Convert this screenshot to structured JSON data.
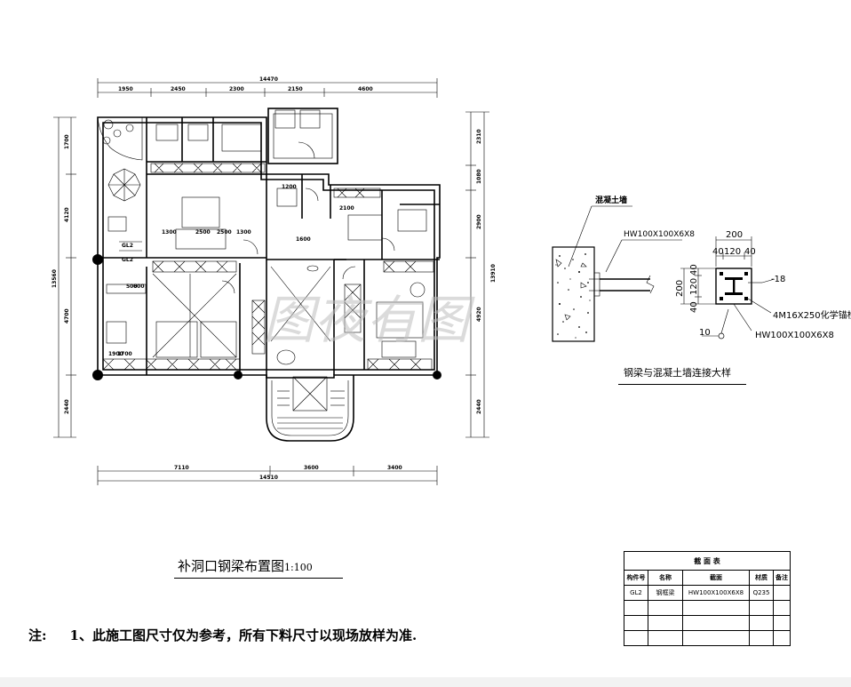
{
  "plan": {
    "title": "补洞口钢梁布置图",
    "scale": "1:100",
    "top_total": "14470",
    "top_segments": [
      "1950",
      "2450",
      "2300",
      "2150",
      "4600"
    ],
    "bottom_segments": [
      "7110",
      "3600",
      "3400"
    ],
    "bottom_total": "14510",
    "left_segments": [
      "1700",
      "4120",
      "4700",
      "2440"
    ],
    "left_total": "13560",
    "right_segments": [
      "2310",
      "1080",
      "2900",
      "4920",
      "2440"
    ],
    "right_total": "13910",
    "beam_labels": [
      "GL2",
      "GL2"
    ],
    "room_dims": [
      "1300",
      "2500",
      "2500",
      "1300",
      "1600",
      "1200",
      "2100",
      "1900",
      "1700",
      "500",
      "600"
    ],
    "watermark": "图夜有图"
  },
  "detail": {
    "title": "钢梁与混凝土墙连接大样",
    "wall_label": "混凝土墙",
    "beam_label": "HW100X100X6X8",
    "width_dim": "200",
    "width_parts": [
      "40",
      "120",
      "40"
    ],
    "height_dim": "200",
    "height_parts": [
      "40",
      "120",
      "40"
    ],
    "plate_label": "-18",
    "anchor_label": "4M16X250化学锚栓",
    "section_label": "HW100X100X6X8",
    "weld_label": "10"
  },
  "section_table": {
    "caption": "截 面 表",
    "headers": [
      "构件号",
      "名称",
      "截面",
      "材质",
      "备注"
    ],
    "rows": [
      [
        "GL2",
        "钢框梁",
        "HW100X100X6X8",
        "Q235",
        ""
      ],
      [
        "",
        "",
        "",
        "",
        ""
      ],
      [
        "",
        "",
        "",
        "",
        ""
      ],
      [
        "",
        "",
        "",
        "",
        ""
      ]
    ]
  },
  "note": {
    "label": "注:",
    "text": "1、此施工图尺寸仅为参考，所有下料尺寸以现场放样为准."
  }
}
